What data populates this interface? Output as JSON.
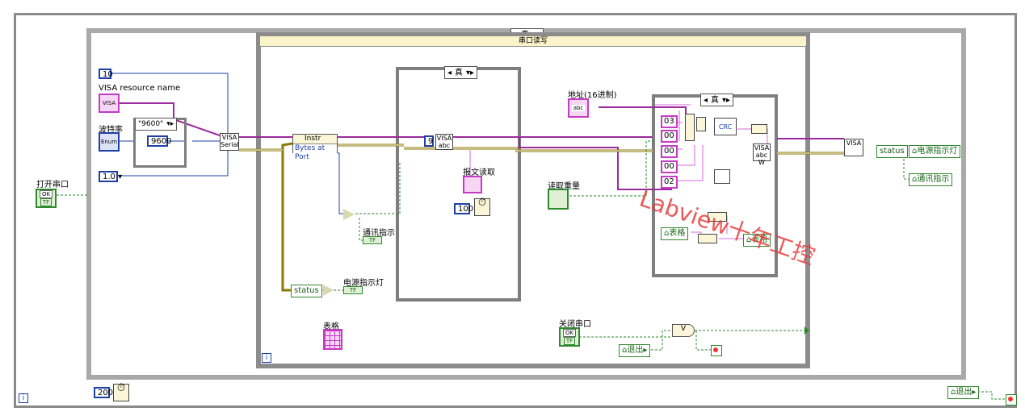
{
  "outer_loop": {
    "iteration_terminal": "i"
  },
  "open_port": {
    "label": "打开串口",
    "button_text": "OK",
    "tf": "TF"
  },
  "main_case": {
    "selector": "真"
  },
  "seq_frame": {
    "selector": "真",
    "subtitle": "串口读写",
    "iteration_terminal": "i"
  },
  "left": {
    "const_10": "10",
    "visa_label": "VISA resource name",
    "visa_text": "VISA",
    "baud_label": "波特率",
    "baud_enum": "Enum",
    "baud_case_selector": "\"9600\"",
    "baud_value": "9600",
    "timeout_value": "1.0",
    "config_node": "VISA Serial"
  },
  "property_node": {
    "class": "Instr",
    "property": "Bytes at Port"
  },
  "status_unbundle": "status",
  "power_light": {
    "label": "电源指示灯",
    "tf": "TF"
  },
  "comm_indicator": {
    "label": "通讯指示",
    "tf": "TF"
  },
  "read_case": {
    "selector": "真",
    "const_9": "9",
    "node": "VISA abc",
    "label": "报文读取",
    "wait_value": "100"
  },
  "table_label": "表格",
  "address": {
    "label": "地址(16进制)",
    "text": "abc"
  },
  "read_qty": {
    "label": "读取重量"
  },
  "right_case": {
    "selector": "真",
    "consts": [
      "03",
      "00",
      "00",
      "00",
      "02"
    ],
    "crc": "CRC",
    "table_ref": "表格",
    "table_ref2": "表格",
    "write_node": "VISA abc W"
  },
  "close_port": {
    "label": "关闭串口",
    "button_text": "OK",
    "tf": "TF"
  },
  "exit_ref": "退出",
  "exit_ref_outer": "退出",
  "wait_200": "200",
  "right_side": {
    "status": "status",
    "power_ref": "电源指示灯",
    "comm_ref": "通讯指示",
    "close_node": "VISA"
  },
  "watermark": "Labview十年工控",
  "colors": {
    "visa_wire": "#9c2a9c",
    "error_wire": "#8a7a00",
    "numeric_wire": "#1f3fa8",
    "bool_wire": "#2f8a2f"
  }
}
